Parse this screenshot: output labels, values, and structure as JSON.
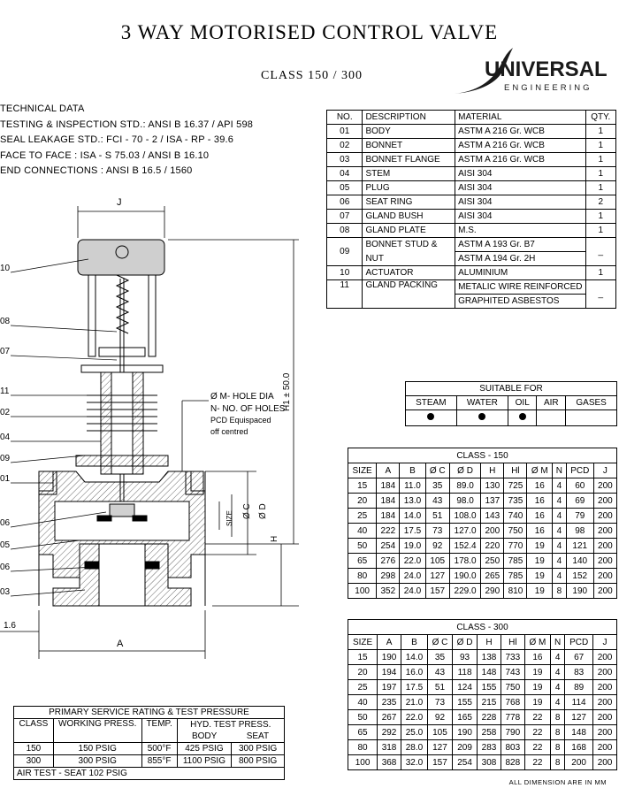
{
  "header": {
    "title": "3 WAY MOTORISED CONTROL VALVE",
    "subtitle": "CLASS  150 / 300"
  },
  "logo": {
    "main": "UNIVERSAL",
    "sub": "ENGINEERING",
    "color": "#1a1a1a"
  },
  "technical_data": {
    "heading": "TECHNICAL DATA",
    "lines": [
      "TESTING & INSPECTION STD.:   ANSI B 16.37 / API 598",
      "SEAL LEAKAGE STD.:   FCI - 70 - 2 / ISA - RP - 39.6",
      "FACE TO FACE :   ISA - S 75.03 / ANSI B 16.10",
      "END CONNECTIONS :   ANSI B 16.5 / 1560"
    ]
  },
  "parts_table": {
    "headers": [
      "NO.",
      "DESCRIPTION",
      "MATERIAL",
      "QTY."
    ],
    "rows": [
      {
        "no": "01",
        "desc": "BODY",
        "material": "ASTM A 216  Gr. WCB",
        "qty": "1"
      },
      {
        "no": "02",
        "desc": "BONNET",
        "material": "ASTM A 216  Gr. WCB",
        "qty": "1"
      },
      {
        "no": "03",
        "desc": "BONNET  FLANGE",
        "material": "ASTM A 216  Gr. WCB",
        "qty": "1"
      },
      {
        "no": "04",
        "desc": "STEM",
        "material": "AISI 304",
        "qty": "1"
      },
      {
        "no": "05",
        "desc": "PLUG",
        "material": "AISI 304",
        "qty": "1"
      },
      {
        "no": "06",
        "desc": "SEAT RING",
        "material": "AISI 304",
        "qty": "2"
      },
      {
        "no": "07",
        "desc": "GLAND  BUSH",
        "material": "AISI 304",
        "qty": "1"
      },
      {
        "no": "08",
        "desc": "GLAND  PLATE",
        "material": "M.S.",
        "qty": "1"
      }
    ],
    "row09": {
      "no": "09",
      "desc1": "BONNET  STUD  &",
      "desc2": "NUT",
      "mat1": "ASTM A 193  Gr. B7",
      "mat2": "ASTM A 194  Gr. 2H",
      "qty": "_"
    },
    "row10": {
      "no": "10",
      "desc": "ACTUATOR",
      "material": "ALUMINIUM",
      "qty": "1"
    },
    "row11": {
      "no": "11",
      "desc": "GLAND  PACKING",
      "mat1": "METALIC WIRE REINFORCED",
      "mat2": "GRAPHITED  ASBESTOS",
      "qty": "_"
    }
  },
  "suitable_for": {
    "heading": "SUITABLE  FOR",
    "columns": [
      "STEAM",
      "WATER",
      "OIL",
      "AIR",
      "GASES"
    ],
    "marks": [
      true,
      true,
      true,
      false,
      false
    ]
  },
  "class150": {
    "heading": "CLASS - 150",
    "headers": [
      "SIZE",
      "A",
      "B",
      "Ø C",
      "Ø D",
      "H",
      "Hl",
      "Ø M",
      "N",
      "PCD",
      "J"
    ],
    "rows": [
      [
        "15",
        "184",
        "11.0",
        "35",
        "89.0",
        "130",
        "725",
        "16",
        "4",
        "60",
        "200"
      ],
      [
        "20",
        "184",
        "13.0",
        "43",
        "98.0",
        "137",
        "735",
        "16",
        "4",
        "69",
        "200"
      ],
      [
        "25",
        "184",
        "14.0",
        "51",
        "108.0",
        "143",
        "740",
        "16",
        "4",
        "79",
        "200"
      ],
      [
        "40",
        "222",
        "17.5",
        "73",
        "127.0",
        "200",
        "750",
        "16",
        "4",
        "98",
        "200"
      ],
      [
        "50",
        "254",
        "19.0",
        "92",
        "152.4",
        "220",
        "770",
        "19",
        "4",
        "121",
        "200"
      ],
      [
        "65",
        "276",
        "22.0",
        "105",
        "178.0",
        "250",
        "785",
        "19",
        "4",
        "140",
        "200"
      ],
      [
        "80",
        "298",
        "24.0",
        "127",
        "190.0",
        "265",
        "785",
        "19",
        "4",
        "152",
        "200"
      ],
      [
        "100",
        "352",
        "24.0",
        "157",
        "229.0",
        "290",
        "810",
        "19",
        "8",
        "190",
        "200"
      ]
    ]
  },
  "class300": {
    "heading": "CLASS - 300",
    "headers": [
      "SIZE",
      "A",
      "B",
      "Ø C",
      "Ø D",
      "H",
      "Hl",
      "Ø M",
      "N",
      "PCD",
      "J"
    ],
    "rows": [
      [
        "15",
        "190",
        "14.0",
        "35",
        "93",
        "138",
        "733",
        "16",
        "4",
        "67",
        "200"
      ],
      [
        "20",
        "194",
        "16.0",
        "43",
        "118",
        "148",
        "743",
        "19",
        "4",
        "83",
        "200"
      ],
      [
        "25",
        "197",
        "17.5",
        "51",
        "124",
        "155",
        "750",
        "19",
        "4",
        "89",
        "200"
      ],
      [
        "40",
        "235",
        "21.0",
        "73",
        "155",
        "215",
        "768",
        "19",
        "4",
        "114",
        "200"
      ],
      [
        "50",
        "267",
        "22.0",
        "92",
        "165",
        "228",
        "778",
        "22",
        "8",
        "127",
        "200"
      ],
      [
        "65",
        "292",
        "25.0",
        "105",
        "190",
        "258",
        "790",
        "22",
        "8",
        "148",
        "200"
      ],
      [
        "80",
        "318",
        "28.0",
        "127",
        "209",
        "283",
        "803",
        "22",
        "8",
        "168",
        "200"
      ],
      [
        "100",
        "368",
        "32.0",
        "157",
        "254",
        "308",
        "828",
        "22",
        "8",
        "200",
        "200"
      ]
    ]
  },
  "rating": {
    "heading": "PRIMARY SERVICE RATING & TEST PRESSURE",
    "h_class": "CLASS",
    "h_work": "WORKING PRESS.",
    "h_temp": "TEMP.",
    "h_hyd": "HYD. TEST PRESS.",
    "h_body": "BODY",
    "h_seat": "SEAT",
    "rows": [
      [
        "150",
        "150  PSIG",
        "500°F",
        "425  PSIG",
        "300  PSIG"
      ],
      [
        "300",
        "300  PSIG",
        "855°F",
        "1100  PSIG",
        "800  PSIG"
      ]
    ],
    "air_test": "AIR TEST - SEAT    102  PSIG"
  },
  "drawing": {
    "label_j": "J",
    "label_a": "A",
    "label_h1": "H1 ± 50.0",
    "label_h": "H",
    "label_d": "Ø D",
    "label_c": "Ø C",
    "label_size": "SIZE",
    "label_16": "1.6",
    "hole_note": [
      "Ø M- HOLE DIA",
      "N- NO. OF HOLES",
      "PCD  Equispaced",
      "off  centred"
    ],
    "callouts": [
      "10",
      "08",
      "07",
      "11",
      "02",
      "04",
      "09",
      "01",
      "06",
      "05",
      "06",
      "03"
    ]
  },
  "footer": {
    "note": "ALL  DIMENSION  ARE  IN  MM"
  }
}
